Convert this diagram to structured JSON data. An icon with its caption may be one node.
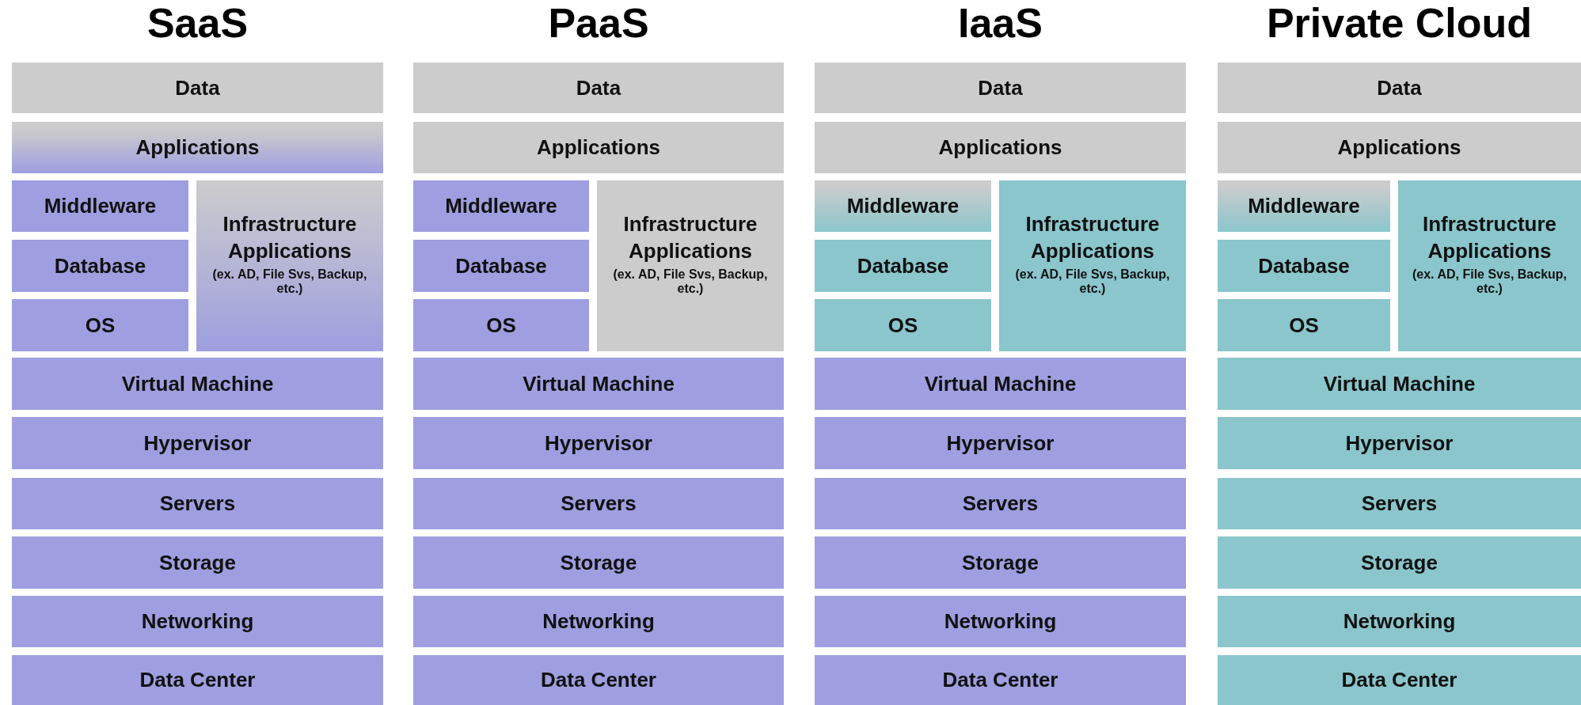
{
  "diagram": {
    "labels": [
      "SaaS",
      "PaaS",
      "IaaS",
      "Private Cloud"
    ],
    "nodes": [
      {
        "text": [
          "Data"
        ]
      },
      {
        "text": [
          "Applications"
        ]
      },
      {
        "text": [
          "Middleware"
        ]
      },
      {
        "text": [
          "Infrastructure Applications",
          "(ex. AD, File Svs, Backup, etc.)"
        ]
      },
      {
        "text": [
          "Database"
        ]
      },
      {
        "text": [
          "OS"
        ]
      },
      {
        "text": [
          "Virtual Machine"
        ]
      },
      {
        "text": [
          "Hypervisor"
        ]
      },
      {
        "text": [
          "Servers"
        ]
      },
      {
        "text": [
          "Storage"
        ]
      },
      {
        "text": [
          "Networking"
        ]
      },
      {
        "text": [
          "Data Center"
        ]
      },
      {
        "text": [
          "Data"
        ]
      },
      {
        "text": [
          "Applications"
        ]
      },
      {
        "text": [
          "Middleware"
        ]
      },
      {
        "text": [
          "Infrastructure Applications",
          "(ex. AD, File Svs, Backup, etc.)"
        ]
      },
      {
        "text": [
          "Database"
        ]
      },
      {
        "text": [
          "OS"
        ]
      },
      {
        "text": [
          "Virtual Machine"
        ]
      },
      {
        "text": [
          "Hypervisor"
        ]
      },
      {
        "text": [
          "Servers"
        ]
      },
      {
        "text": [
          "Storage"
        ]
      },
      {
        "text": [
          "Networking"
        ]
      },
      {
        "text": [
          "Data Center"
        ]
      },
      {
        "text": [
          "Data"
        ]
      },
      {
        "text": [
          "Applications"
        ]
      },
      {
        "text": [
          "Middleware"
        ]
      },
      {
        "text": [
          "Infrastructure Applications",
          "(ex. AD, File Svs, Backup, etc.)"
        ]
      },
      {
        "text": [
          "Database"
        ]
      },
      {
        "text": [
          "OS"
        ]
      },
      {
        "text": [
          "Virtual Machine"
        ]
      },
      {
        "text": [
          "Hypervisor"
        ]
      },
      {
        "text": [
          "Servers"
        ]
      },
      {
        "text": [
          "Storage"
        ]
      },
      {
        "text": [
          "Networking"
        ]
      },
      {
        "text": [
          "Data Center"
        ]
      },
      {
        "text": [
          "Data"
        ]
      },
      {
        "text": [
          "Applications"
        ]
      },
      {
        "text": [
          "Middleware"
        ]
      },
      {
        "text": [
          "Infrastructure Applications",
          "(ex. AD, File Svs, Backup, etc.)"
        ]
      },
      {
        "text": [
          "Database"
        ]
      },
      {
        "text": [
          "OS"
        ]
      },
      {
        "text": [
          "Virtual Machine"
        ]
      },
      {
        "text": [
          "Hypervisor"
        ]
      },
      {
        "text": [
          "Servers"
        ]
      },
      {
        "text": [
          "Storage"
        ]
      },
      {
        "text": [
          "Networking"
        ]
      },
      {
        "text": [
          "Data Center"
        ]
      }
    ]
  }
}
